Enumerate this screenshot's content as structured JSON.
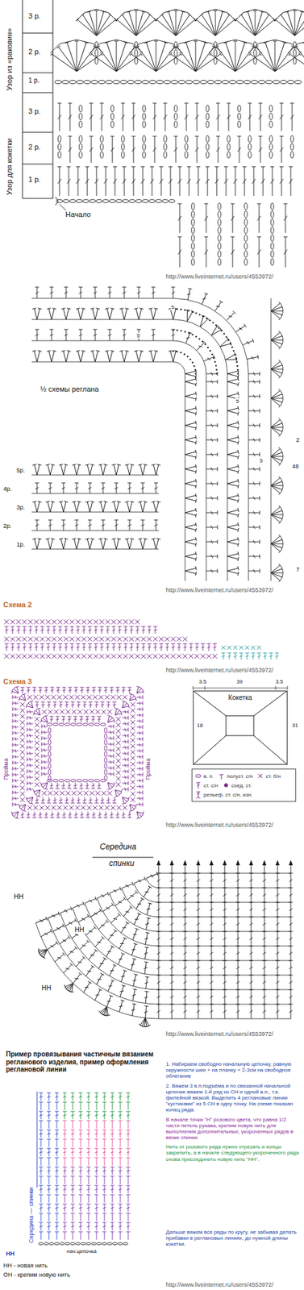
{
  "diagram": {
    "nodes": [
      {
        "text": [
          "Кокетка"
        ]
      }
    ],
    "labels": [
      "Узор из «раковин»",
      "3 р.",
      "2 р.",
      "1 р.",
      "Узор для кокетки",
      "3 р.",
      "2 р.",
      "1 р.",
      "Начало",
      "http://www.liveinternet.ru/users/4553972/",
      "½ схемы реглана",
      "5",
      "5",
      "5",
      "5",
      "5р.",
      "4р.",
      "3р.",
      "2р.",
      "1р.",
      "2",
      "48",
      "7",
      "http://www.liveinternet.ru/users/4553972/",
      "Схема 2",
      "http://www.liveinternet.ru/users/4553972/",
      "Схема 3",
      "Пройма",
      "Пройма",
      "3.5",
      "39",
      "3.5",
      "18",
      "31",
      "http://www.liveinternet.ru/users/4553972/",
      "Середина",
      "спинки",
      "НН",
      "НН",
      "НН",
      "http://www.liveinternet.ru/users/4553972/",
      "Пример провязывания частичным вязанием регланового изделия, пример оформления реглановой линии",
      "1. Набираем свободно начальную цепочку, равную окружности шеи + на планку + 2-3см на свободное облегание",
      "2. Вяжем 3 в.п.подъёма и по связанной начальной цепочке вяжем 1-й ряд из СН и одной в.п., т.е. филейной вязкой. Выделить 4 реглановые линии \"кустиками\" из 5 СН в одну точку. На схеме показан конец ряда.",
      "В начале точки \"Н\" розового цвета, что равна 1/2 части петель рукава, крепим новую нить для выполнения дополнительных, укороченных рядов в вязке спинки.",
      "Нить от розового ряда нужно отрезать и концы закрепить, а в начале следующего укороченного ряда снова присоединить новую нить \"НН\".",
      "Дальше вяжем все ряды по кругу, не забывая делать прибавки в реглановых линиях, до нужной длины кокетки.",
      "Середина — спинки",
      "нач.цепочка",
      "НН",
      "НН - новая нить",
      "ОН - крепим новую нить",
      "http://www.liveinternet.ru/users/4553972/"
    ],
    "legend": [
      {
        "text": "в. п."
      },
      {
        "text": "полуст. с/н"
      },
      {
        "text": "ст. б/н"
      },
      {
        "text": "ст. с/н"
      },
      {
        "text": "соед. ст."
      },
      {
        "text": "рельеф. ст. с/н, изн."
      }
    ]
  }
}
